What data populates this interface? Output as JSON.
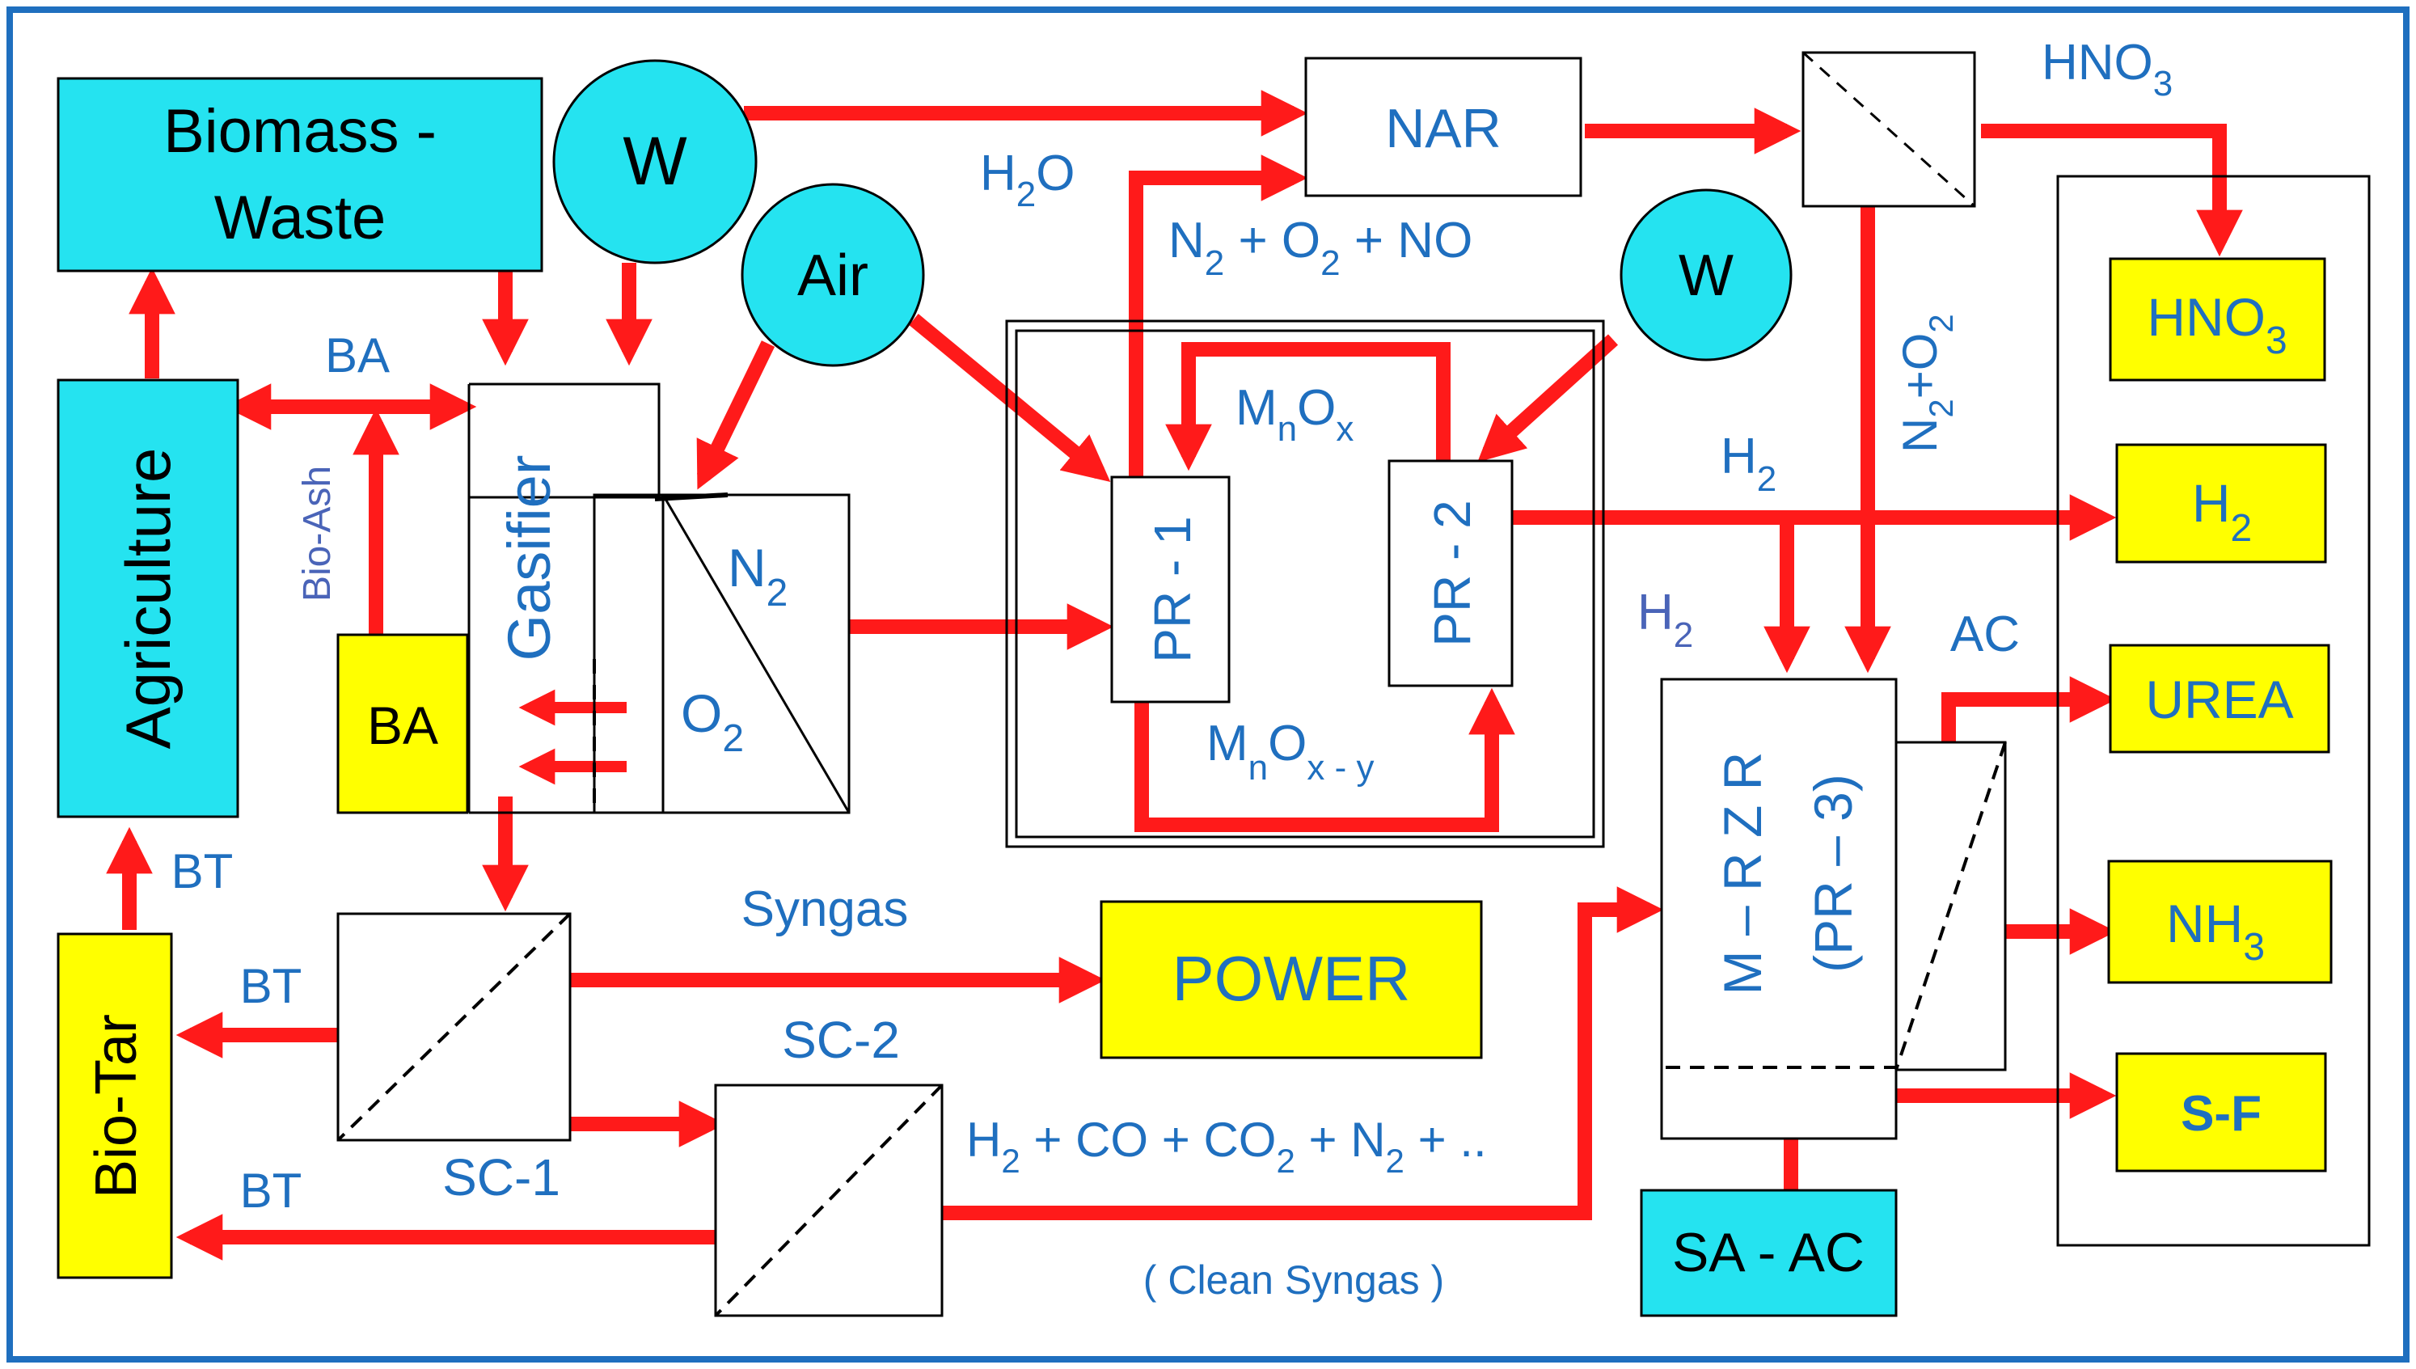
{
  "colors": {
    "frame": "#1f6fbf",
    "cyan": "#25e3f0",
    "yellow": "#ffff00",
    "arrow": "#ff1a1a",
    "label": "#1f6fbf",
    "text": "#000000"
  },
  "boxes": {
    "biomass_line1": "Biomass -",
    "biomass_line2": "Waste",
    "agriculture": "Agriculture",
    "bio_tar": "Bio-Tar",
    "ba_box": "BA",
    "gasifier": "Gasifier",
    "n2": "N",
    "n2_sub": "2",
    "o2": "O",
    "o2_sub": "2",
    "pr1": "PR - 1",
    "pr2": "PR - 2",
    "nar": "NAR",
    "power": "POWER",
    "mrzr_line1": "M – R Z R",
    "mrzr_line2": "(PR – 3)",
    "sa_ac": "SA - AC",
    "w_top": "W",
    "w_right": "W",
    "air": "Air"
  },
  "products": {
    "hno3": "HNO",
    "hno3_sub": "3",
    "h2": "H",
    "h2_sub": "2",
    "urea": "UREA",
    "nh3": "NH",
    "nh3_sub": "3",
    "sf": "S-F"
  },
  "labels": {
    "ba": "BA",
    "bio_ash": "Bio-Ash",
    "bt_1": "BT",
    "bt_2": "BT",
    "bt_3": "BT",
    "sc1": "SC-1",
    "sc2": "SC-2",
    "syngas": "Syngas",
    "h2o": "H",
    "h2o_sub": "2",
    "h2o_tail": "O",
    "n2o2no_a": "N",
    "n2o2no_sub1": "2",
    "n2o2no_b": " + O",
    "n2o2no_sub2": "2",
    "n2o2no_c": "  + NO",
    "mnox_a": "M",
    "mnox_sub1": "n",
    "mnox_b": "O",
    "mnox_sub2": "x",
    "mnoxy_a": "M",
    "mnoxy_sub1": "n",
    "mnoxy_b": "O",
    "mnoxy_sub2": "x - y",
    "h2_a": "H",
    "h2_a_sub": "2",
    "h2_b": "H",
    "h2_b_sub": "2",
    "n2_plus_o2_a": "N",
    "n2_plus_o2_sub1": "2",
    "n2_plus_o2_b": "+O",
    "n2_plus_o2_sub2": "2",
    "hno3_top": "HNO",
    "hno3_top_sub": "3",
    "ac": "AC",
    "mix_a": "H",
    "mix_sub1": "2",
    "mix_b": " + CO + CO",
    "mix_sub2": "2",
    "mix_c": " + N",
    "mix_sub3": "2",
    "mix_d": " + ..",
    "clean_syngas": "( Clean Syngas )"
  }
}
